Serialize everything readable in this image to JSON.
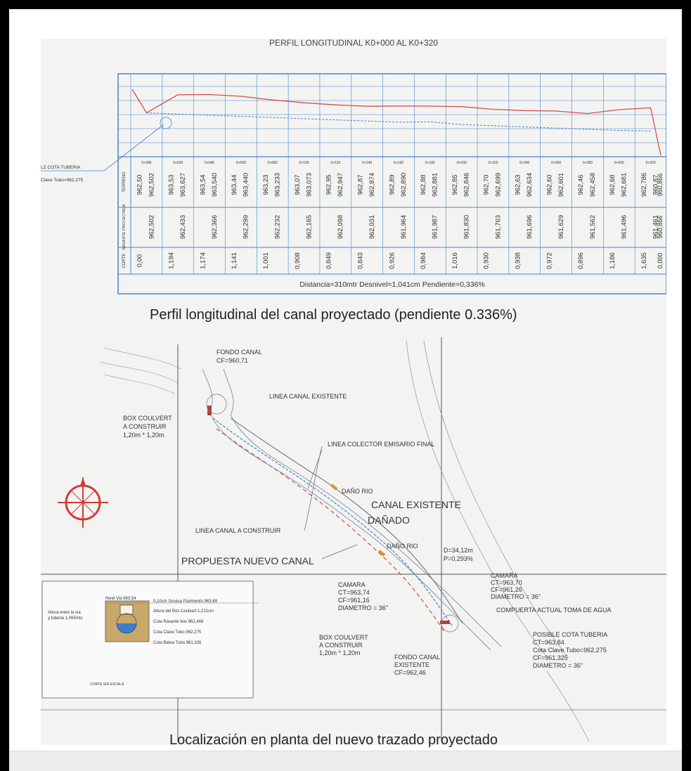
{
  "profile": {
    "header": "PERFIL LONGITUDINAL K0+000  AL K0+320",
    "stations": [
      "0+000",
      "0+020",
      "0+040",
      "0+060",
      "0+080",
      "0+100",
      "0+120",
      "0+140",
      "0+160",
      "0+180",
      "0+200",
      "0+220",
      "0+240",
      "0+260",
      "0+280",
      "0+300",
      "0+320"
    ],
    "row_labels": {
      "terreno": "TERRENO",
      "rasante": "RASANTE PROYECTADA",
      "corte": "CORTE"
    },
    "terreno_top": [
      "962,50",
      "963,53",
      "963,54",
      "963,44",
      "963,23",
      "963,07",
      "962,95",
      "962,87",
      "962,89",
      "962,88",
      "962,85",
      "962,70",
      "962,63",
      "962,60",
      "962,46",
      "962,68",
      "962,786"
    ],
    "terreno_bottom": [
      "962,502",
      "963,627",
      "963,540",
      "963,440",
      "963,233",
      "963,073",
      "962,947",
      "962,874",
      "962,890",
      "962,881",
      "962,846",
      "962,699",
      "962,634",
      "962,601",
      "962,458",
      "962,681",
      "960,87"
    ],
    "terreno_extra": "960,866",
    "rasante": [
      "962,502",
      "962,433",
      "962,366",
      "962,299",
      "962,232",
      "962,165",
      "962,098",
      "962,031",
      "961,964",
      "961,987",
      "961,830",
      "961,763",
      "961,696",
      "961,629",
      "961,562",
      "961,496",
      "961,461"
    ],
    "rasante_extra": "960,866",
    "corte": [
      "0,00",
      "1,194",
      "1,174",
      "1,141",
      "1,001",
      "0,908",
      "0,849",
      "0,843",
      "0,926",
      "0,984",
      "1,016",
      "0,930",
      "0,938",
      "0,972",
      "0,896",
      "1,186",
      "1,635"
    ],
    "corte_extra": "0,000",
    "summary": "Distancia=310mtr   Desnivel=1,041cm Pendiente=0,336%",
    "side_note_1": "LZ COTA TUBERIA",
    "side_note_2": "Clave Tubo=962,275",
    "caption": "Perfil longitudinal del canal proyectado (pendiente 0.336%)"
  },
  "plan": {
    "labels": {
      "fondo_canal": "FONDO CANAL",
      "fondo_canal_cf": "CF=960,71",
      "linea_canal_existente": "LINEA CANAL EXISTENTE",
      "box_coulvert_1": "BOX COULVERT",
      "box_coulvert_1b": "A CONSTRUIR",
      "box_coulvert_1c": "1,20m * 1,20m",
      "linea_colector": "LINEA COLECTOR EMISARIO FINAL",
      "dano_rio_1": "DAÑO RIO",
      "canal_existente": "CANAL EXISTENTE",
      "danado": "DAÑADO",
      "linea_canal_construir": "LINEA CANAL A CONSTRUIR",
      "dano_rio_2": "DAÑO RIO",
      "d_value": "D=34,12m",
      "p_value": "P=0,293%",
      "propuesta": "PROPUESTA NUEVO CANAL",
      "camara_r_1": "CAMARA",
      "camara_r_2": "CT=963,70",
      "camara_r_3": "CF=961,26",
      "camara_r_4": "DIAMETRO = 36\"",
      "camara_l_1": "CAMARA",
      "camara_l_2": "CT=963,74",
      "camara_l_3": "CF=961,16",
      "camara_l_4": "DIAMETRO = 36\"",
      "compuerta": "COMPUERTA ACTUAL TOMA DE AGUA",
      "box_coulvert_2": "BOX COULVERT",
      "box_coulvert_2b": "A CONSTRUIR",
      "box_coulvert_2c": "1,20m * 1,20m",
      "posible_1": "POSIBLE COTA TUBERIA",
      "posible_2": "CT=963,84",
      "posible_3": "Cota Clave Tubo=962,275",
      "posible_4": "CF=961,325",
      "posible_5": "DIAMETRO = 36\"",
      "fondo_existente_1": "FONDO CANAL",
      "fondo_existente_2": "EXISTENTE",
      "fondo_existente_3": "CF=962,46"
    },
    "section_box": {
      "left_note_1": "Altura entre la via",
      "left_note_2": "y tuberia 1,065mts",
      "nivel_via": "Nivel Via 963,54",
      "line_1": "0,10cm Gruesa Pavimento 963,69",
      "line_2": "Altura del Box Coulvert  1,221cm",
      "line_3": "Cota Rasante box 962,469",
      "line_4": "Cota Clave Tubo 962,275",
      "line_5": "Cota Batea Tubo 961,326",
      "footer": "CORTE SIN ESCALA"
    },
    "caption": "Localización en planta del nuevo trazado proyectado"
  },
  "colors": {
    "grid_blue": "#4a7fd4",
    "profile_red": "#d05050",
    "compass_red": "#d23a3a",
    "box_tan": "#c9a86b",
    "water_blue": "#3a7fd0",
    "edge_orange": "#e0902a"
  }
}
